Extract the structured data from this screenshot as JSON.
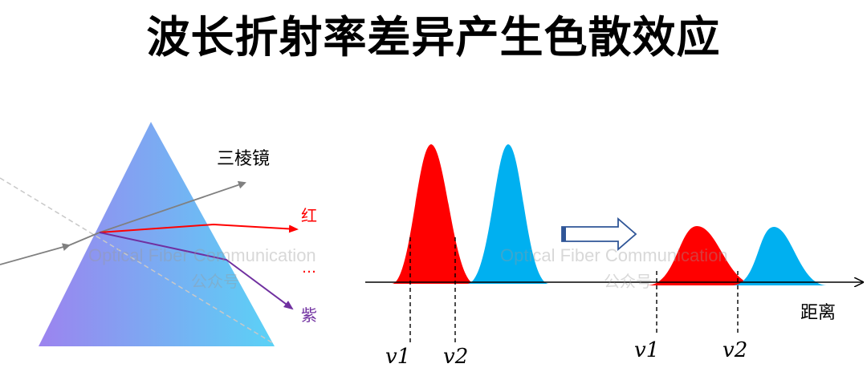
{
  "title": "波长折射率差异产生色散效应",
  "prism": {
    "label": "三棱镜",
    "red_label": "红",
    "ellipsis": "…",
    "violet_label": "紫",
    "gradient_colors": [
      "#9c83ef",
      "#5ad2f6"
    ]
  },
  "pulses": {
    "distance_label": "距离",
    "v1_label": "v1",
    "v2_label": "v2",
    "v1_label_after": "v1",
    "v2_label_after": "v2",
    "red_color": "#ff0000",
    "blue_color": "#00b0f0"
  },
  "watermark": {
    "line1": "Optical Fiber Communication",
    "line2": "公众号"
  }
}
